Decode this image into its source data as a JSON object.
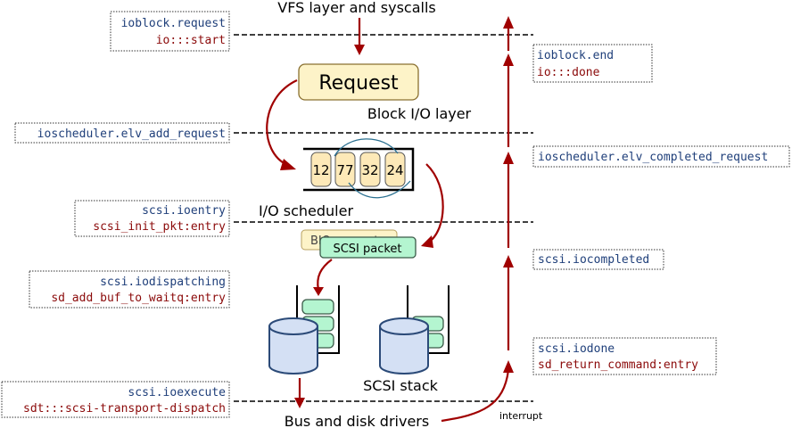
{
  "layers": {
    "vfs": "VFS layer and syscalls",
    "block": "Block I/O layer",
    "scheduler": "I/O scheduler",
    "scsi": "SCSI stack",
    "drivers": "Bus and disk drivers"
  },
  "request_label": "Request",
  "queue_items": [
    "12",
    "77",
    "32",
    "24"
  ],
  "bio_request": "BIO request",
  "scsi_packet": "SCSI packet",
  "interrupt": "interrupt",
  "left_probes": [
    {
      "probe": "ioblock.request",
      "func": "io:::start"
    },
    {
      "probe": "ioscheduler.elv_add_request"
    },
    {
      "probe": "scsi.ioentry",
      "func": "scsi_init_pkt:entry"
    },
    {
      "probe": "scsi.iodispatching",
      "func": "sd_add_buf_to_waitq:entry"
    },
    {
      "probe": "scsi.ioexecute",
      "func": "sdt:::scsi-transport-dispatch"
    }
  ],
  "right_probes": [
    {
      "probe": "ioblock.end",
      "func": "io:::done"
    },
    {
      "probe": "ioscheduler.elv_completed_request"
    },
    {
      "probe": "scsi.iocompleted"
    },
    {
      "probe": "scsi.iodone",
      "func": "sd_return_command:entry"
    }
  ],
  "colors": {
    "probe": "#1f3f7a",
    "func": "#8b0a0a",
    "arrow": "#a00000",
    "request": "#fdf3c8",
    "packet": "#b4f5d0",
    "disk": "#d4e0f4"
  }
}
